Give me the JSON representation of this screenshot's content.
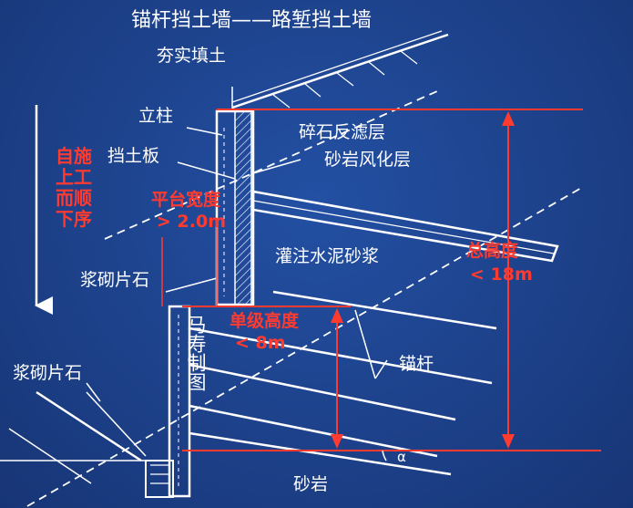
{
  "title": "锚杆挡土墙——路堑挡土墙",
  "labels": {
    "compacted_fill": "夯实填土",
    "column": "立柱",
    "retaining_plate": "挡土板",
    "gravel_filter": "碎石反滤层",
    "weathered_sandstone": "砂岩风化层",
    "grouting": "灌注水泥砂浆",
    "masonry_upper": "浆砌片石",
    "masonry_lower": "浆砌片石",
    "anchor": "锚杆",
    "sandstone": "砂岩",
    "alpha": "α",
    "watermark": "马寿制图"
  },
  "annotations": {
    "construction_order": "自施上工而顺下序",
    "platform_width": "平台宽度",
    "platform_width_value": "> 2.0m",
    "step_height": "单级高度",
    "step_height_value": "< 8m",
    "total_height": "总高度",
    "total_height_value": "< 18m"
  },
  "colors": {
    "background": "#1d418a",
    "line": "#ffffff",
    "dimension": "#ff3b30"
  }
}
